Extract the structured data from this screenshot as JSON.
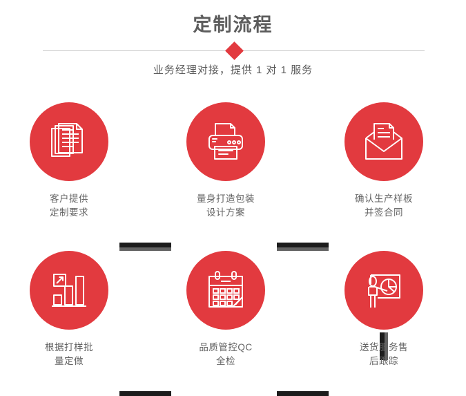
{
  "header": {
    "title": "定制流程",
    "subtitle": "业务经理对接，提供 1 对 1 服务",
    "divider_icon": "diamond-icon",
    "accent_color": "#e23a3f",
    "title_color": "#5c5c5c",
    "rule_color": "#c8c8c8"
  },
  "flow": {
    "connector_color": "#1c1c1c",
    "connector_shadow_color": "#636363",
    "steps": [
      {
        "index": 1,
        "icon": "documents-stack-icon",
        "label": "客户提供\n定制要求",
        "label_line1": "客户提供",
        "label_line2": "定制要求"
      },
      {
        "index": 2,
        "icon": "printer-icon",
        "label": "量身打造包装\n设计方案",
        "label_line1": "量身打造包装",
        "label_line2": "设计方案"
      },
      {
        "index": 3,
        "icon": "envelope-letter-icon",
        "label": "确认生产样板\n并签合同",
        "label_line1": "确认生产样板",
        "label_line2": "并签合同"
      },
      {
        "index": 4,
        "icon": "bar-chart-growth-icon",
        "label": "根据打样批\n量定做",
        "label_line1": "根据打样批",
        "label_line2": "量定做"
      },
      {
        "index": 5,
        "icon": "calendar-icon",
        "label": "品质管控QC\n全检",
        "label_line1": "品质管控QC",
        "label_line2": "全检"
      },
      {
        "index": 6,
        "icon": "presenter-pie-chart-icon",
        "label": "送货服务售\n后跟踪",
        "label_line1": "送货服务售",
        "label_line2": "后跟踪"
      }
    ]
  }
}
